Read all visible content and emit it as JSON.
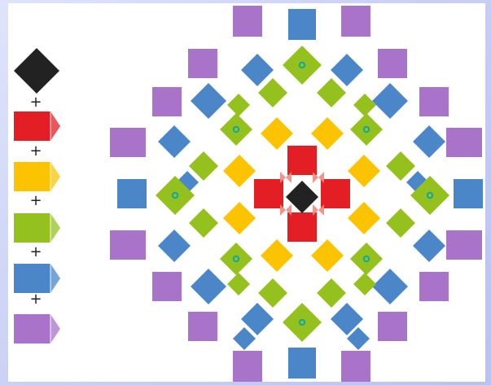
{
  "legend": {
    "plus": "+",
    "items": [
      {
        "name": "black-square",
        "color": "#222222"
      },
      {
        "name": "red-tile",
        "color": "#e31e24"
      },
      {
        "name": "yellow-tile",
        "color": "#fcc400"
      },
      {
        "name": "green-tile",
        "color": "#95c11f"
      },
      {
        "name": "blue-tile",
        "color": "#4a86c8"
      },
      {
        "name": "purple-tile",
        "color": "#a873c8"
      }
    ]
  },
  "colors": {
    "black": "#222222",
    "red": "#e31e24",
    "yellow": "#fcc400",
    "green": "#95c11f",
    "blue": "#4a86c8",
    "purple": "#a873c8",
    "joint": "#f08a80",
    "dot": "#11a7a3"
  }
}
